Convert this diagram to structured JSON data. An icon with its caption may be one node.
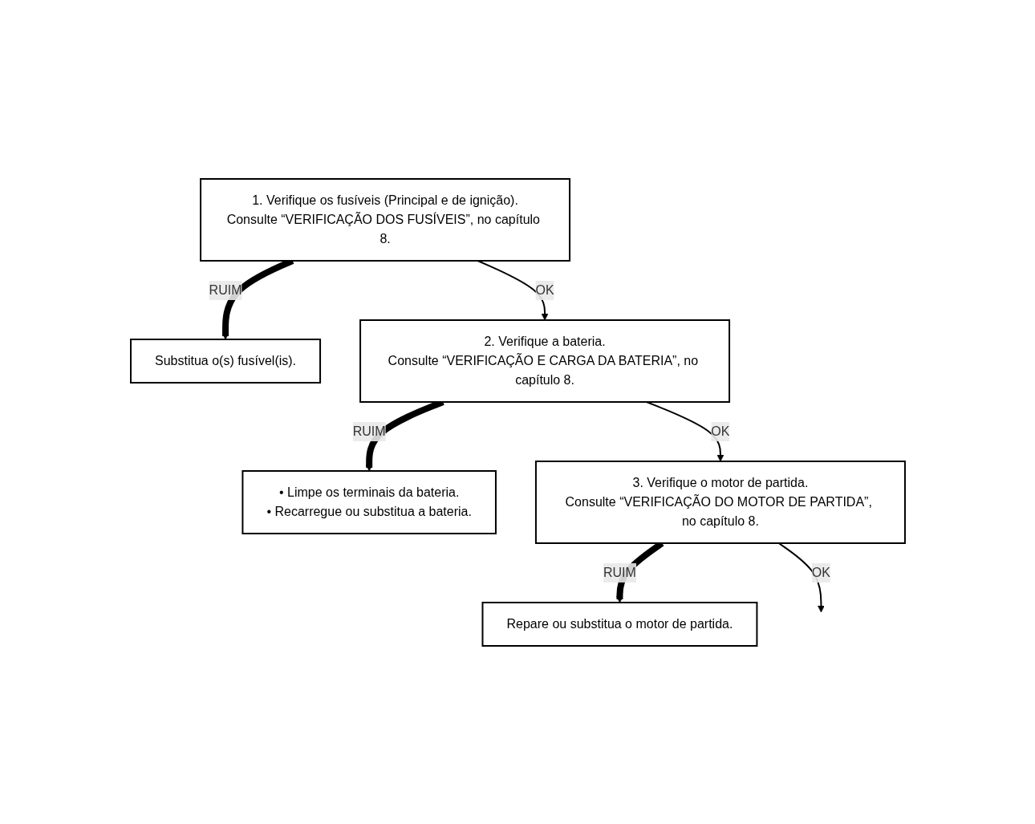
{
  "diagram": {
    "nodes": [
      {
        "text": [
          "1. Verifique os fusíveis (Principal e de ignição).",
          "Consulte “VERIFICAÇÃO DOS FUSÍVEIS”, no capítulo 8."
        ]
      },
      {
        "text": [
          "Substitua o(s) fusível(is)."
        ]
      },
      {
        "text": [
          "2. Verifique a bateria.",
          "Consulte “VERIFICAÇÃO E CARGA DA BATERIA”, no capítulo 8."
        ]
      },
      {
        "text": [
          "• Limpe os terminais da bateria.",
          "• Recarregue ou substitua a bateria."
        ]
      },
      {
        "text": [
          "3. Verifique o motor de partida.",
          "Consulte “VERIFICAÇÃO DO MOTOR DE PARTIDA”, no capítulo 8."
        ]
      },
      {
        "text": [
          "Repare ou substitua o motor de partida."
        ]
      }
    ],
    "edges": [
      {
        "from": 0,
        "to": 1,
        "arrow": "to",
        "label": "RUIM",
        "style": "thick"
      },
      {
        "from": 0,
        "to": 2,
        "arrow": "to",
        "label": "OK"
      },
      {
        "from": 2,
        "to": 3,
        "arrow": "to",
        "label": "RUIM",
        "style": "thick"
      },
      {
        "from": 2,
        "to": 4,
        "arrow": "to",
        "label": "OK"
      },
      {
        "from": 4,
        "to": 5,
        "arrow": "to",
        "label": "RUIM",
        "style": "thick"
      },
      {
        "from": 4,
        "to": null,
        "arrow": "to",
        "label": "OK"
      }
    ]
  }
}
